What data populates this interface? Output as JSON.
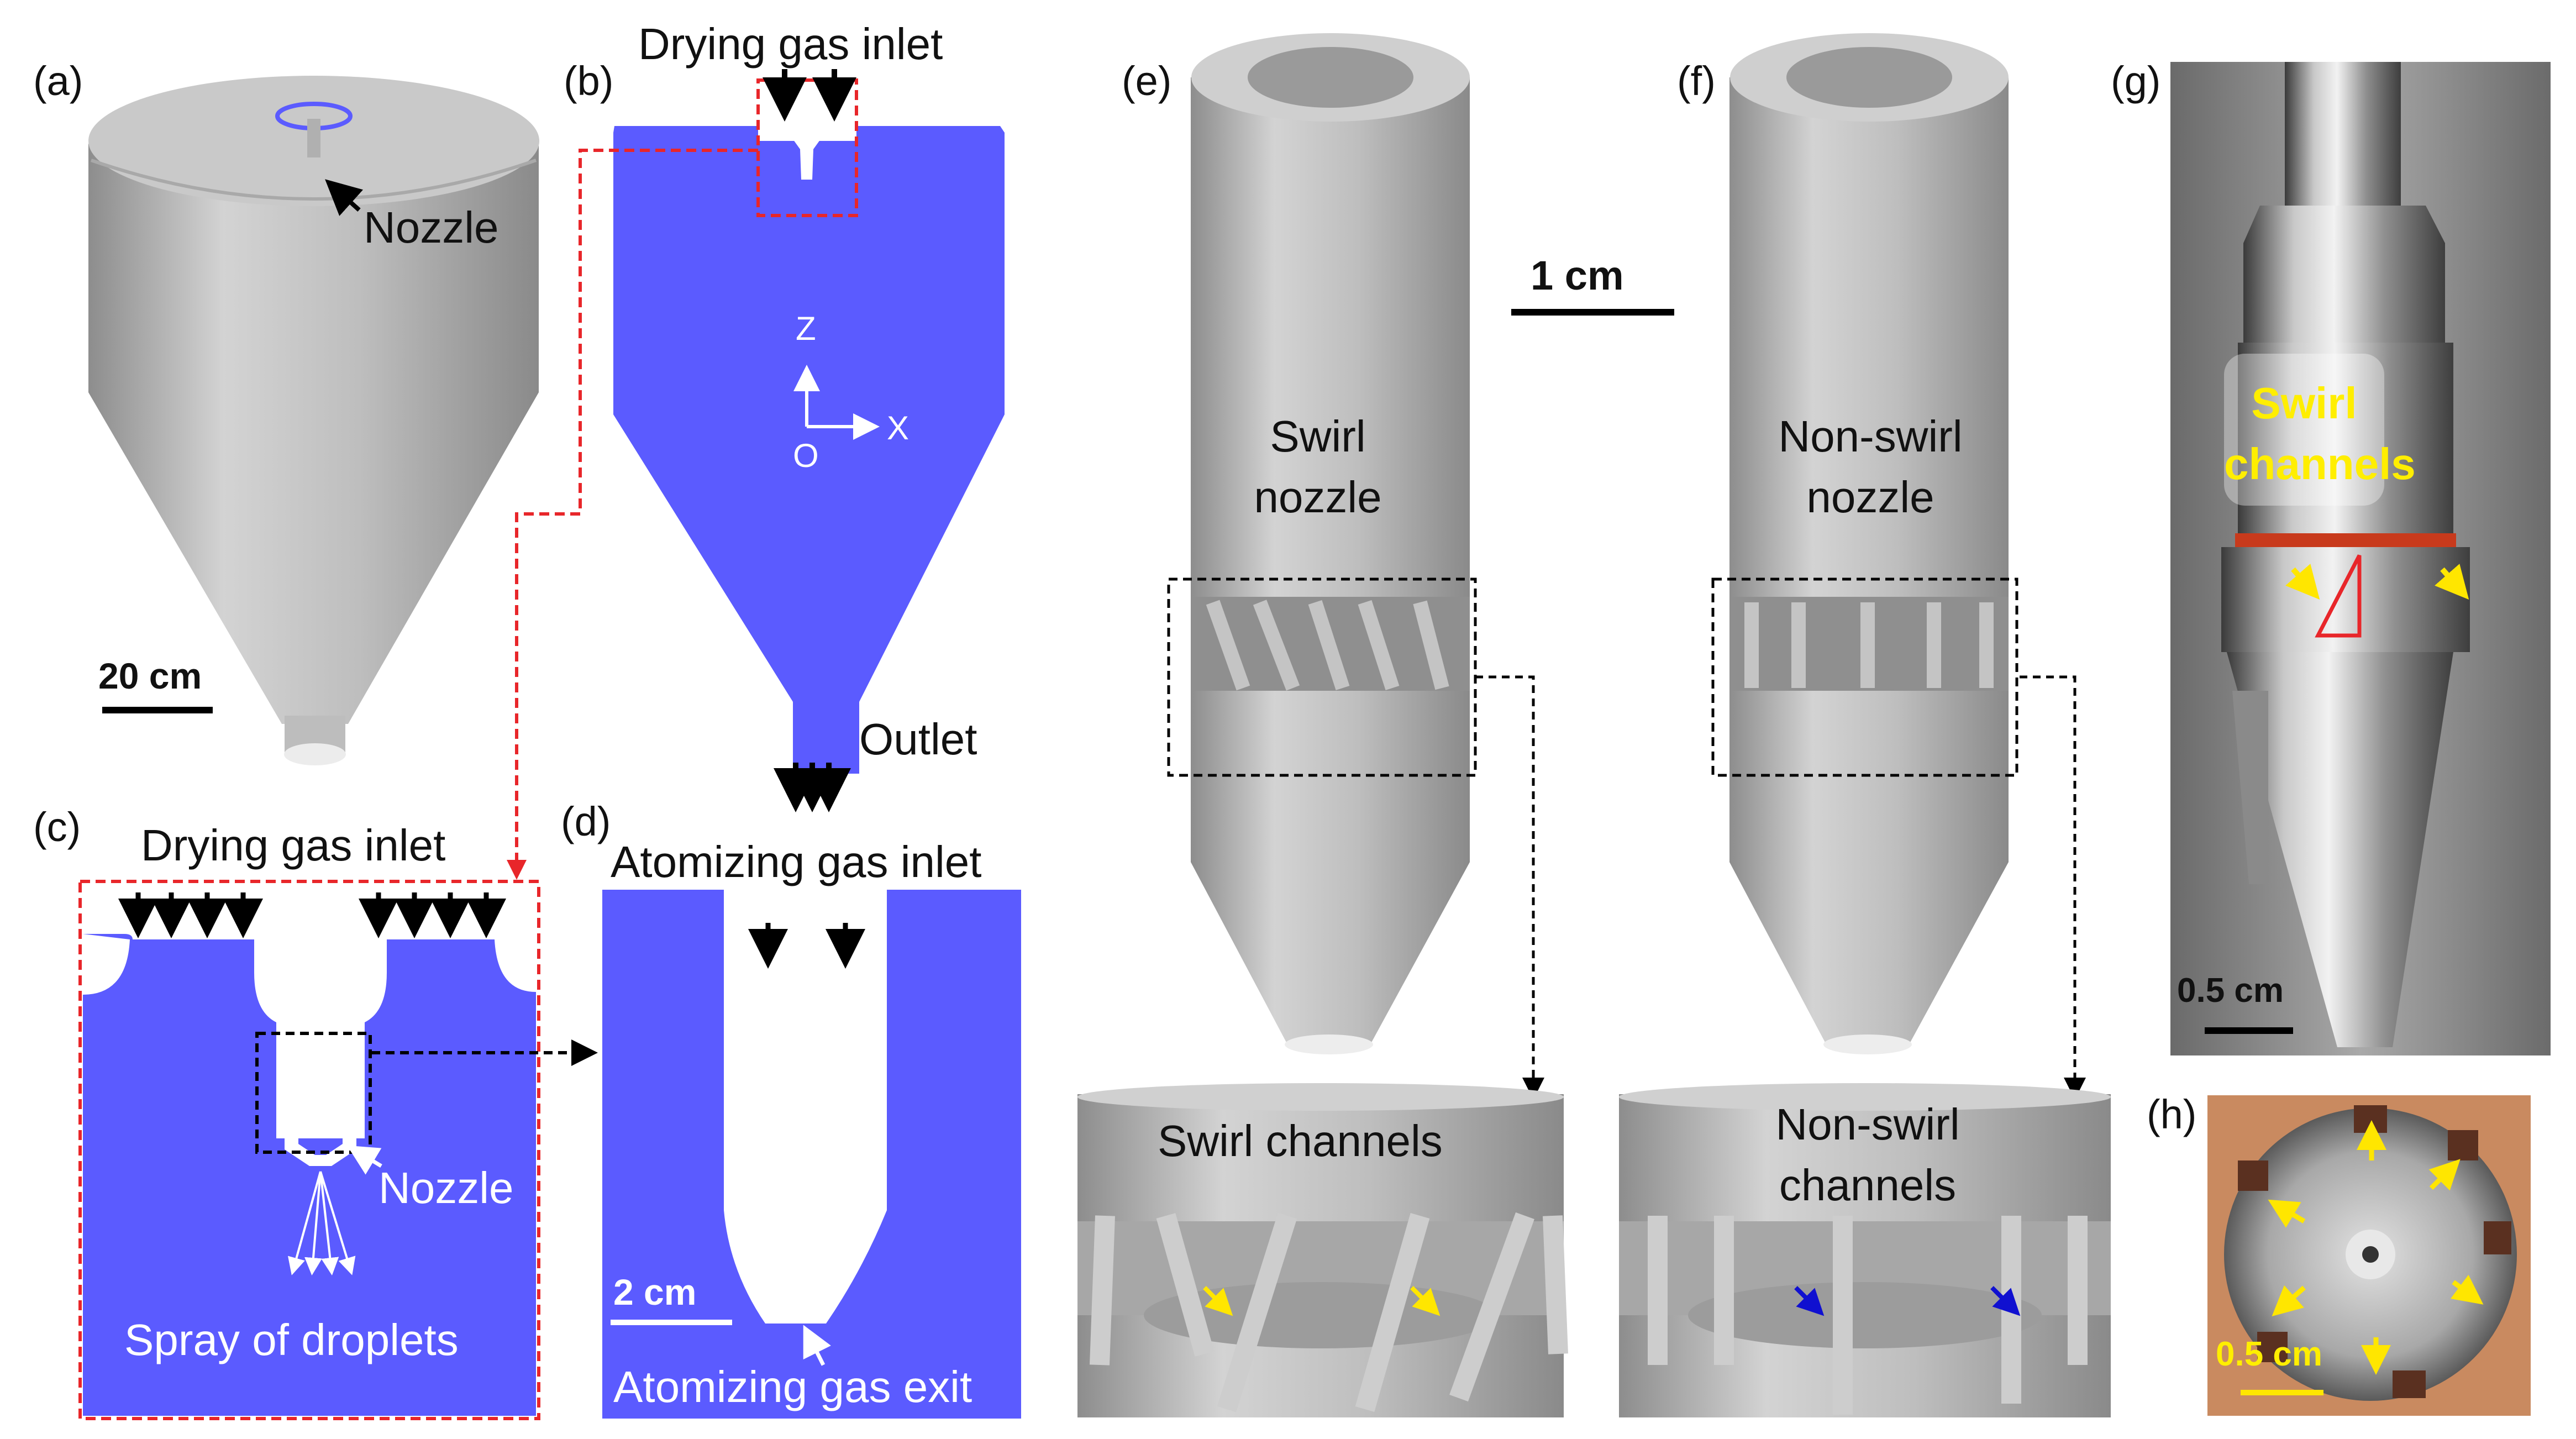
{
  "panels": {
    "a": {
      "label": "(a)",
      "nozzle": "Nozzle",
      "scale": "20 cm"
    },
    "b": {
      "label": "(b)",
      "drying_inlet": "Drying gas inlet",
      "axis_z": "Z",
      "axis_x": "X",
      "origin": "O",
      "outlet": "Outlet"
    },
    "c": {
      "label": "(c)",
      "drying_inlet": "Drying gas inlet",
      "nozzle": "Nozzle",
      "spray": "Spray of droplets"
    },
    "d": {
      "label": "(d)",
      "atomizing_inlet": "Atomizing gas inlet",
      "scale": "2 cm",
      "atomizing_exit": "Atomizing gas exit"
    },
    "e": {
      "label": "(e)",
      "nozzle_line1": "Swirl",
      "nozzle_line2": "nozzle",
      "channels": "Swirl channels"
    },
    "f": {
      "label": "(f)",
      "nozzle_line1": "Non-swirl",
      "nozzle_line2": "nozzle",
      "channels_line1": "Non-swirl",
      "channels_line2": "channels"
    },
    "scale_ef": "1 cm",
    "g": {
      "label": "(g)",
      "swirl_line1": "Swirl",
      "swirl_line2": "channels",
      "scale": "0.5 cm"
    },
    "h": {
      "label": "(h)",
      "scale": "0.5 cm"
    }
  },
  "colors": {
    "blue": "#5b5bff",
    "red_dash": "#e8262a",
    "yellow_arrow": "#ffe600",
    "blue_arrow": "#1010d0"
  }
}
